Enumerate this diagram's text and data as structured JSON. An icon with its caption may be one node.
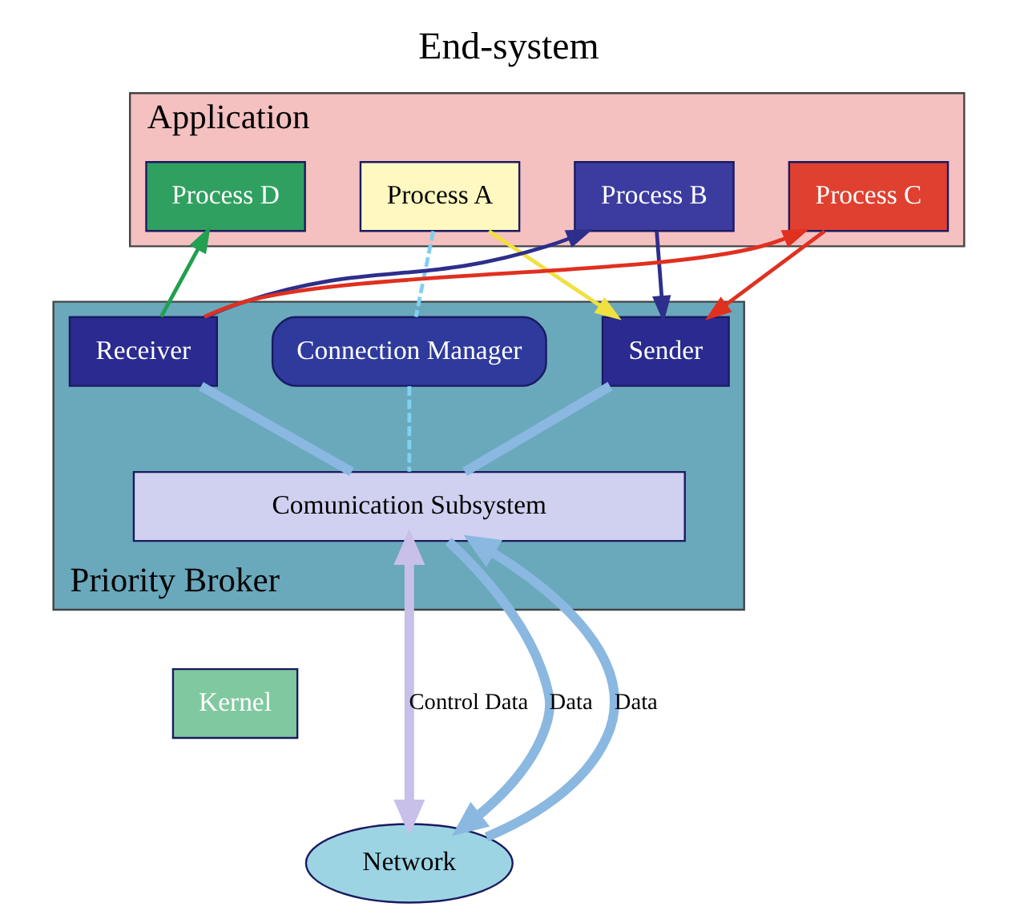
{
  "diagram": {
    "title": "End-system",
    "nodes": [
      {
        "text": [
          "Application"
        ]
      },
      {
        "text": [
          "Process A"
        ],
        "in": 0
      },
      {
        "text": [
          "Process B"
        ],
        "in": 0
      },
      {
        "text": [
          "Process C"
        ],
        "in": 0
      },
      {
        "text": [
          "Process D"
        ],
        "in": 0
      },
      {
        "text": [
          "Priority Broker"
        ]
      },
      {
        "text": [
          "Connection Manager"
        ],
        "in": 5
      },
      {
        "text": [
          "Sender"
        ],
        "in": 5
      },
      {
        "text": [
          "Receiver"
        ],
        "in": 5
      },
      {
        "text": [
          "Comunication Subsystem"
        ],
        "in": 5
      },
      {
        "text": [
          "Kernel"
        ]
      },
      {
        "text": [
          "Network"
        ]
      }
    ],
    "edges": [
      {
        "from": 1,
        "to": 7,
        "arrow": "to",
        "color": "#f0e040"
      },
      {
        "from": 2,
        "to": 7,
        "arrow": "to",
        "color": "#2e2e8c"
      },
      {
        "from": 3,
        "to": 7,
        "arrow": "to",
        "color": "#e03020"
      },
      {
        "from": 8,
        "to": 2,
        "arrow": "to",
        "color": "#2e2e8c"
      },
      {
        "from": 8,
        "to": 3,
        "arrow": "to",
        "color": "#e03020"
      },
      {
        "from": 8,
        "to": 4,
        "arrow": "to",
        "color": "#20a050"
      },
      {
        "from": 1,
        "to": 6,
        "arrow": "none",
        "style": "dashed",
        "color": "#80d0f0"
      },
      {
        "from": 6,
        "to": 9,
        "arrow": "none",
        "style": "dashed",
        "color": "#80d0f0"
      },
      {
        "from": 7,
        "to": 9,
        "arrow": "none",
        "style": "thick",
        "color": "#8ab8e0"
      },
      {
        "from": 8,
        "to": 9,
        "arrow": "none",
        "style": "thick",
        "color": "#8ab8e0"
      },
      {
        "from": 9,
        "to": 11,
        "arrow": "both",
        "style": "thick",
        "label": "Control Data",
        "color": "#c8c0e8"
      },
      {
        "from": 9,
        "to": 11,
        "arrow": "to",
        "style": "thick",
        "label": "Data",
        "color": "#8ab8e0"
      },
      {
        "from": 11,
        "to": 9,
        "arrow": "to",
        "style": "thick",
        "label": "Data",
        "color": "#8ab8e0"
      }
    ]
  }
}
